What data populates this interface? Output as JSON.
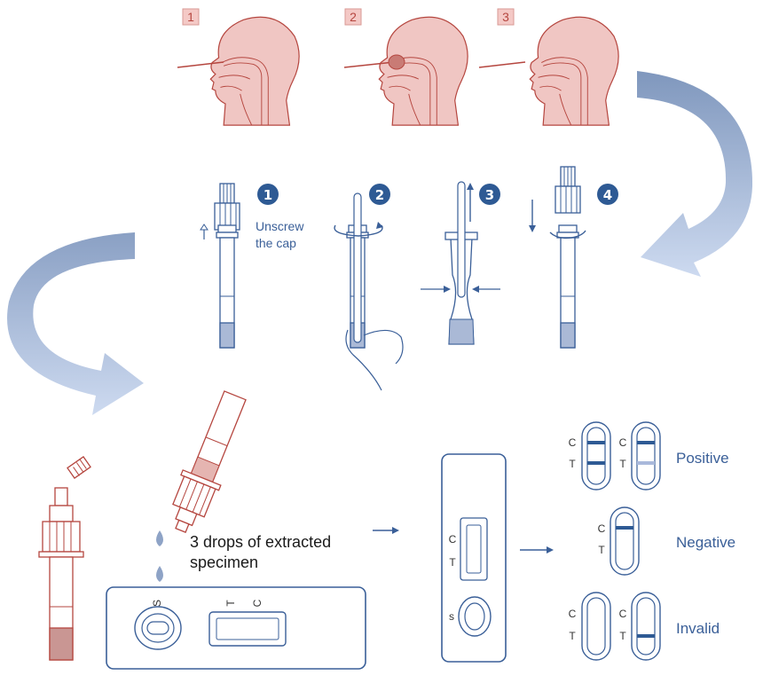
{
  "swab_steps": {
    "labels": [
      "1",
      "2",
      "3"
    ],
    "colors": {
      "face": "#f0c6c3",
      "outline": "#b5463f",
      "badge": "#f4c9c6"
    }
  },
  "extraction_steps": {
    "badges": [
      "1",
      "2",
      "3",
      "4"
    ],
    "unscrew_line1": "Unscrew",
    "unscrew_line2": "the cap",
    "colors": {
      "badge": "#2e5a94",
      "tube_fill": "#aab9d6",
      "outline": "#3a5f98"
    }
  },
  "application": {
    "drops_line1": "3 drops of extracted",
    "drops_line2": "specimen",
    "cassette_letters": {
      "s": "S",
      "t": "T",
      "c": "C"
    }
  },
  "results": {
    "positive_label": "Positive",
    "negative_label": "Negative",
    "invalid_label": "Invalid",
    "c_letter": "C",
    "t_letter": "T",
    "s_letter": "s"
  },
  "colors": {
    "arrow_dark": "#7f97bd",
    "arrow_light": "#c9d7ee",
    "brand_blue": "#3a5f98",
    "brand_red": "#b5463f"
  }
}
